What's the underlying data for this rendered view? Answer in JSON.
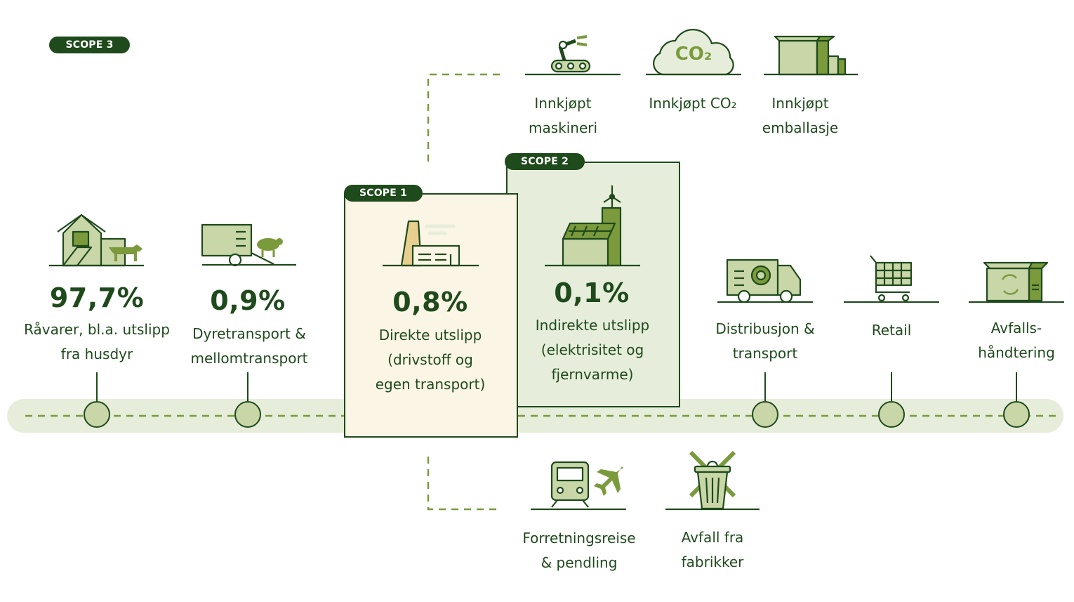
{
  "scopes": {
    "scope3": "SCOPE 3",
    "scope2": "SCOPE 2",
    "scope1": "SCOPE 1"
  },
  "timeline": [
    {
      "percent": "97,7%",
      "label_line1": "Råvarer, bl.a. utslipp",
      "label_line2": "fra husdyr",
      "icon": "farm-cow-icon"
    },
    {
      "percent": "0,9%",
      "label_line1": "Dyretransport &",
      "label_line2": "mellomtransport",
      "icon": "trailer-sheep-icon"
    },
    {
      "percent": "0,8%",
      "label_line1": "Direkte utslipp",
      "label_line2": "(drivstoff og",
      "label_line3": "egen transport)",
      "icon": "factory-icon"
    },
    {
      "percent": "0,1%",
      "label_line1": "Indirekte utslipp",
      "label_line2": "(elektrisitet og",
      "label_line3": "fjernvarme)",
      "icon": "solar-wind-building-icon"
    },
    {
      "label_line1": "Distribusjon &",
      "label_line2": "transport",
      "icon": "delivery-truck-icon"
    },
    {
      "label_line1": "Retail",
      "icon": "shopping-cart-icon"
    },
    {
      "label_line1": "Avfalls-",
      "label_line2": "håndtering",
      "icon": "recycle-box-icon"
    }
  ],
  "upstream": [
    {
      "label_line1": "Innkjøpt",
      "label_line2": "maskineri",
      "icon": "robot-arm-icon"
    },
    {
      "label_line1": "Innkjøpt CO₂",
      "icon": "co2-cloud-icon",
      "icon_text": "CO₂"
    },
    {
      "label_line1": "Innkjøpt",
      "label_line2": "emballasje",
      "icon": "package-boxes-icon"
    }
  ],
  "downstream": [
    {
      "label_line1": "Forretningsreise",
      "label_line2": "& pendling",
      "icon": "train-plane-icon"
    },
    {
      "label_line1": "Avfall fra",
      "label_line2": "fabrikker",
      "icon": "trash-bin-icon"
    }
  ],
  "colors": {
    "dark_green": "#1f4a1c",
    "mid_green": "#7a9a3c",
    "light_green": "#c8d6a8",
    "pale_green": "#e6eedb",
    "cream": "#fbf5e6",
    "tan": "#e6cf8f"
  }
}
